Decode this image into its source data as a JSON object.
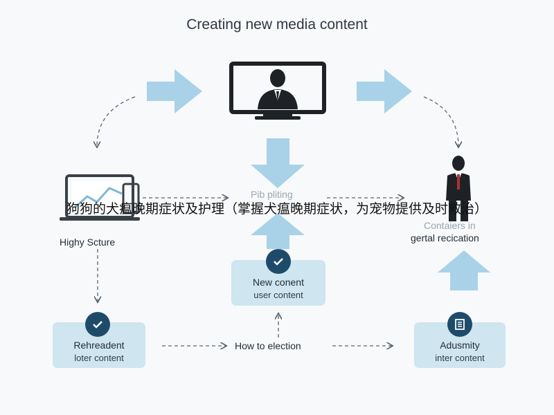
{
  "diagram": {
    "title": "Creating new media content",
    "left_label": "Highy Scture",
    "center_faint_label": "Pib pliting",
    "right_label_line1": "Contaiers in",
    "right_label_line2": "gertal recication",
    "center_card": {
      "title": "New conent",
      "subtitle": "user content"
    },
    "left_card": {
      "title": "Rehreadent",
      "subtitle": "loter content"
    },
    "right_card": {
      "title": "Adusmity",
      "subtitle": "inter content"
    },
    "bottom_label": "How to election"
  },
  "overlay_text": "狗狗的犬瘟晚期症状及护理（掌握犬瘟晚期症状，为宠物提供及时救治）",
  "colors": {
    "arrow_fill": "#a9d2e8",
    "card_fill": "#cfe5ef",
    "badge_fill": "#1f4b6b",
    "icon_dark": "#1e2226"
  }
}
